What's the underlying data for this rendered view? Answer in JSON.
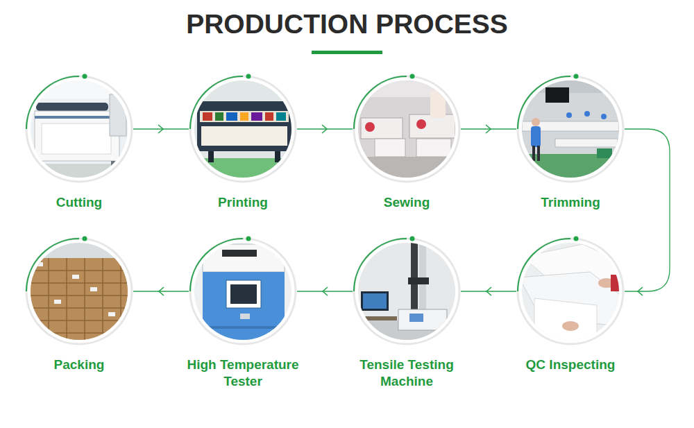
{
  "diagram": {
    "title": "PRODUCTION PROCESS",
    "nodes": [
      {
        "text": [
          "Cutting"
        ]
      },
      {
        "text": [
          "Printing"
        ]
      },
      {
        "text": [
          "Sewing"
        ]
      },
      {
        "text": [
          "Trimming"
        ]
      },
      {
        "text": [
          "QC Inspecting"
        ]
      },
      {
        "text": [
          "Tensile Testing Machine"
        ]
      },
      {
        "text": [
          "High Temperature Tester"
        ]
      },
      {
        "text": [
          "Packing"
        ]
      }
    ],
    "edges": [
      {
        "from": 0,
        "to": 1,
        "arrow": "to"
      },
      {
        "from": 1,
        "to": 2,
        "arrow": "to"
      },
      {
        "from": 2,
        "to": 3,
        "arrow": "to"
      },
      {
        "from": 3,
        "to": 4,
        "arrow": "to"
      },
      {
        "from": 4,
        "to": 5,
        "arrow": "to"
      },
      {
        "from": 5,
        "to": 6,
        "arrow": "to"
      },
      {
        "from": 6,
        "to": 7,
        "arrow": "to"
      }
    ]
  }
}
